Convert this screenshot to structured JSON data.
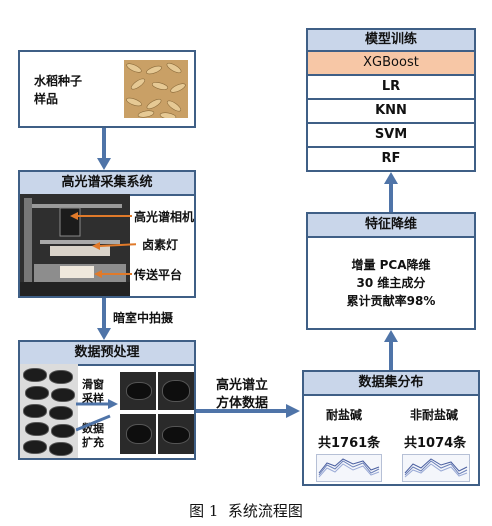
{
  "rice_sample": {
    "label_line1": "水稻种子",
    "label_line2": "样品"
  },
  "acquisition": {
    "title": "高光谱采集系统",
    "camera_label": "高光谱相机",
    "lamp_label": "卤素灯",
    "platform_label": "传送平台"
  },
  "dark_room_label": "暗室中拍摄",
  "preprocess": {
    "title": "数据预处理",
    "sample_label_1": "滑窗",
    "sample_label_2": "采样",
    "augment_label_1": "数据",
    "augment_label_2": "扩充"
  },
  "hypercube_label_1": "高光谱立",
  "hypercube_label_2": "方体数据",
  "distribution": {
    "title": "数据集分布",
    "tolerant_label": "耐盐碱",
    "tolerant_count": "共1761条",
    "nontolerant_label": "非耐盐碱",
    "nontolerant_count": "共1074条"
  },
  "feature": {
    "title": "特征降维",
    "line1": "增量 PCA降维",
    "line2": "30 维主成分",
    "line3": "累计贡献率98%"
  },
  "training": {
    "title": "模型训练",
    "models": [
      "XGBoost",
      "LR",
      "KNN",
      "SVM",
      "RF"
    ]
  },
  "caption": "图 1  系统流程图",
  "colors": {
    "border": "#3f5f86",
    "header": "#c9d6ea",
    "highlight": "#f7c7a6",
    "arrow": "#4f74a8"
  }
}
